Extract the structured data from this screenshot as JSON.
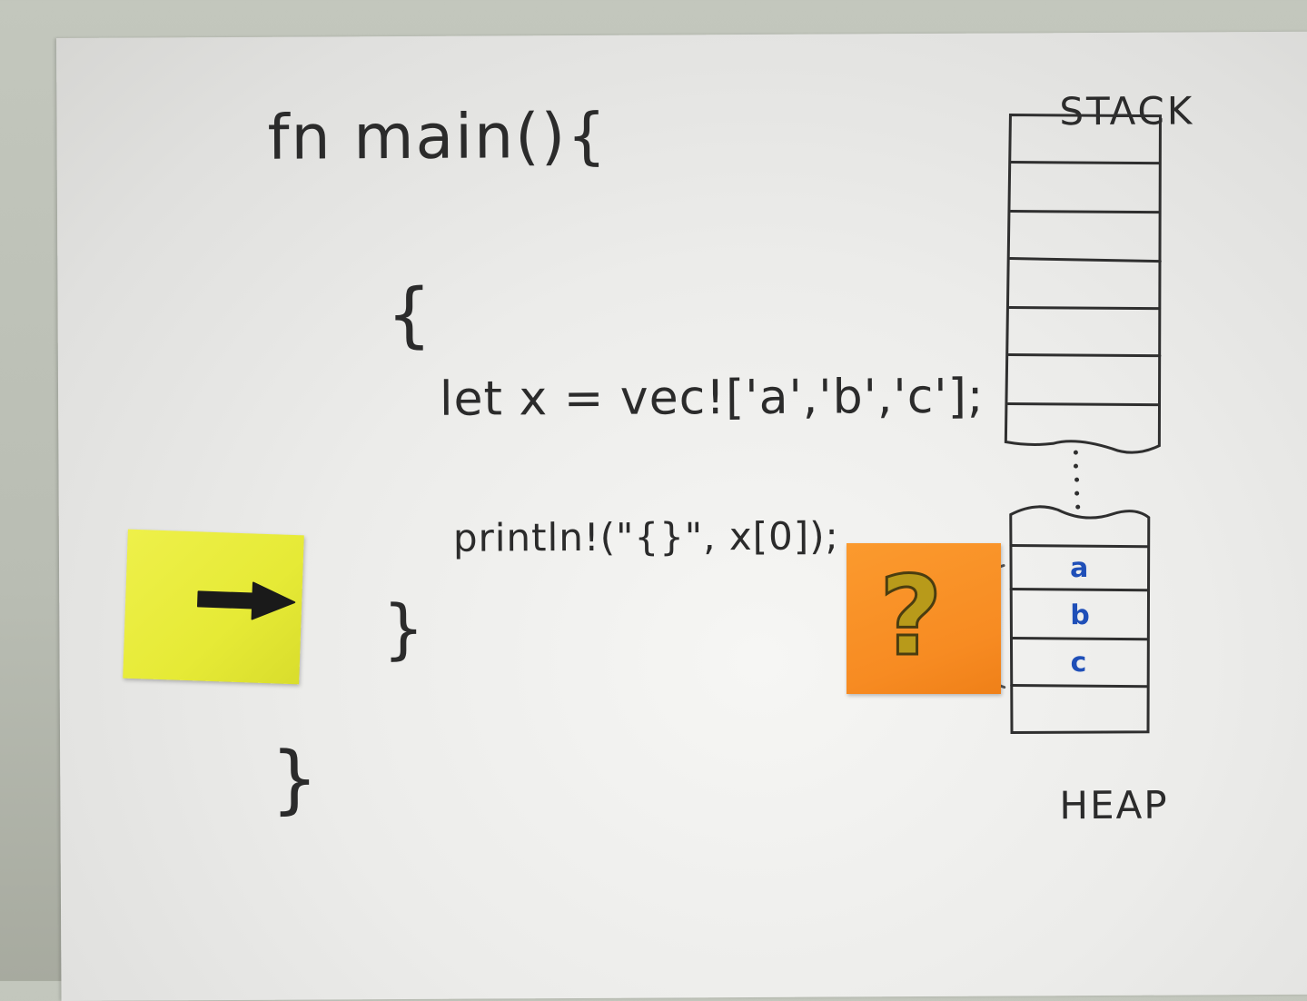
{
  "code": {
    "fn_main": "fn main(){",
    "inner_open": "{",
    "let_line": "let x = vec!['a','b','c'];",
    "println_line": "println!(\"{}\", x[0]);",
    "inner_close": "}",
    "outer_close": "}"
  },
  "memory": {
    "stack_label": "STACK",
    "heap_label": "HEAP",
    "heap_values": [
      "a",
      "b",
      "c"
    ]
  },
  "notes": {
    "orange_note_symbol": "?",
    "yellow_note_icon": "right-arrow-icon"
  },
  "colors": {
    "marker_black": "#2b2b2b",
    "marker_blue": "#1f4fb8",
    "yellow_note": "#e6ea36",
    "orange_note": "#f78b22"
  }
}
